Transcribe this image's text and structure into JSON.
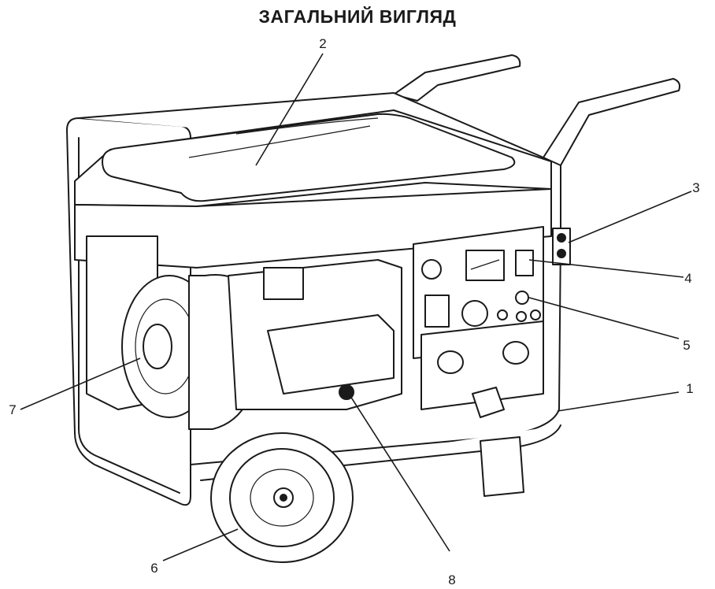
{
  "title": "ЗАГАЛЬНИЙ ВИГЛЯД",
  "callouts": [
    {
      "id": "frame",
      "number": "1"
    },
    {
      "id": "fuel-tank",
      "number": "2"
    },
    {
      "id": "handle-mount",
      "number": "3"
    },
    {
      "id": "switch",
      "number": "4"
    },
    {
      "id": "control-panel",
      "number": "5"
    },
    {
      "id": "wheel",
      "number": "6"
    },
    {
      "id": "starter",
      "number": "7"
    },
    {
      "id": "drain-plug",
      "number": "8"
    }
  ],
  "colors": {
    "ink": "#1a1a1a",
    "paper": "#ffffff"
  }
}
